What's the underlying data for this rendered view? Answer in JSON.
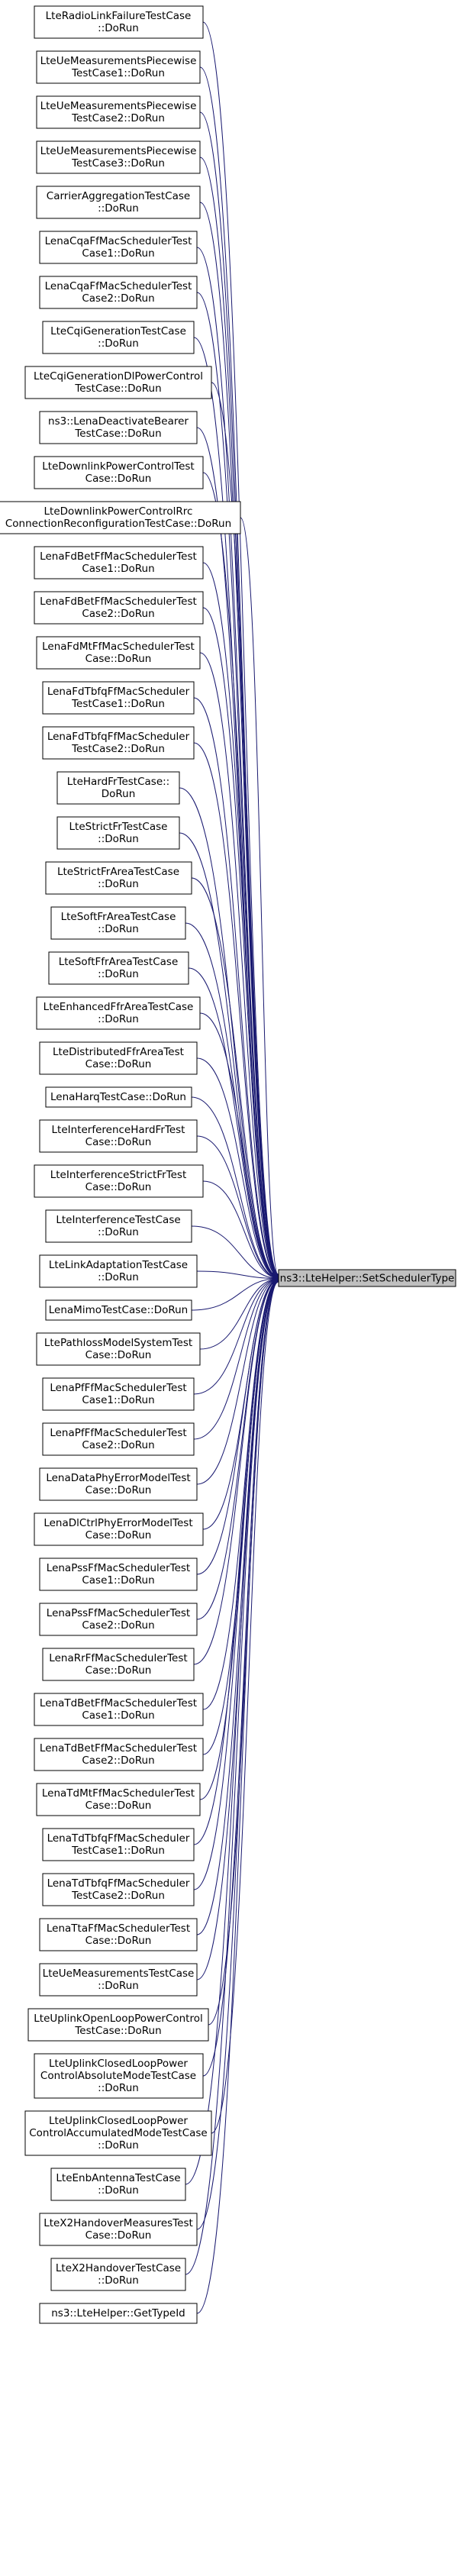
{
  "target": {
    "label": "ns3::LteHelper::SetSchedulerType"
  },
  "callers": [
    {
      "id": "lte-radio-link-failure",
      "lines": [
        "LteRadioLinkFailureTestCase",
        "::DoRun"
      ]
    },
    {
      "id": "lte-ue-meas-piecewise1",
      "lines": [
        "LteUeMeasurementsPiecewise",
        "TestCase1::DoRun"
      ]
    },
    {
      "id": "lte-ue-meas-piecewise2",
      "lines": [
        "LteUeMeasurementsPiecewise",
        "TestCase2::DoRun"
      ]
    },
    {
      "id": "lte-ue-meas-piecewise3",
      "lines": [
        "LteUeMeasurementsPiecewise",
        "TestCase3::DoRun"
      ]
    },
    {
      "id": "carrier-aggregation",
      "lines": [
        "CarrierAggregationTestCase",
        "::DoRun"
      ]
    },
    {
      "id": "lena-cqa-ff1",
      "lines": [
        "LenaCqaFfMacSchedulerTest",
        "Case1::DoRun"
      ]
    },
    {
      "id": "lena-cqa-ff2",
      "lines": [
        "LenaCqaFfMacSchedulerTest",
        "Case2::DoRun"
      ]
    },
    {
      "id": "lte-cqi-generation",
      "lines": [
        "LteCqiGenerationTestCase",
        "::DoRun"
      ]
    },
    {
      "id": "lte-cqi-generation-dl-power",
      "lines": [
        "LteCqiGenerationDlPowerControl",
        "TestCase::DoRun"
      ]
    },
    {
      "id": "lena-deactivate-bearer",
      "lines": [
        "ns3::LenaDeactivateBearer",
        "TestCase::DoRun"
      ]
    },
    {
      "id": "lte-downlink-power-control",
      "lines": [
        "LteDownlinkPowerControlTest",
        "Case::DoRun"
      ]
    },
    {
      "id": "lte-downlink-power-control-rrc",
      "lines": [
        "LteDownlinkPowerControlRrc",
        "ConnectionReconfigurationTestCase::DoRun"
      ]
    },
    {
      "id": "lena-fd-bet-ff1",
      "lines": [
        "LenaFdBetFfMacSchedulerTest",
        "Case1::DoRun"
      ]
    },
    {
      "id": "lena-fd-bet-ff2",
      "lines": [
        "LenaFdBetFfMacSchedulerTest",
        "Case2::DoRun"
      ]
    },
    {
      "id": "lena-fd-mt-ff",
      "lines": [
        "LenaFdMtFfMacSchedulerTest",
        "Case::DoRun"
      ]
    },
    {
      "id": "lena-fd-tbfq-ff1",
      "lines": [
        "LenaFdTbfqFfMacScheduler",
        "TestCase1::DoRun"
      ]
    },
    {
      "id": "lena-fd-tbfq-ff2",
      "lines": [
        "LenaFdTbfqFfMacScheduler",
        "TestCase2::DoRun"
      ]
    },
    {
      "id": "lte-hard-fr",
      "lines": [
        "LteHardFrTestCase::",
        "DoRun"
      ]
    },
    {
      "id": "lte-strict-fr",
      "lines": [
        "LteStrictFrTestCase",
        "::DoRun"
      ]
    },
    {
      "id": "lte-strict-fr-area",
      "lines": [
        "LteStrictFrAreaTestCase",
        "::DoRun"
      ]
    },
    {
      "id": "lte-soft-fr-area",
      "lines": [
        "LteSoftFrAreaTestCase",
        "::DoRun"
      ]
    },
    {
      "id": "lte-soft-ffr-area",
      "lines": [
        "LteSoftFfrAreaTestCase",
        "::DoRun"
      ]
    },
    {
      "id": "lte-enhanced-ffr-area",
      "lines": [
        "LteEnhancedFfrAreaTestCase",
        "::DoRun"
      ]
    },
    {
      "id": "lte-distributed-ffr-area",
      "lines": [
        "LteDistributedFfrAreaTest",
        "Case::DoRun"
      ]
    },
    {
      "id": "lena-harq",
      "lines": [
        "LenaHarqTestCase::DoRun"
      ]
    },
    {
      "id": "lte-interference-hard-fr",
      "lines": [
        "LteInterferenceHardFrTest",
        "Case::DoRun"
      ]
    },
    {
      "id": "lte-interference-strict-fr",
      "lines": [
        "LteInterferenceStrictFrTest",
        "Case::DoRun"
      ]
    },
    {
      "id": "lte-interference",
      "lines": [
        "LteInterferenceTestCase",
        "::DoRun"
      ]
    },
    {
      "id": "lte-link-adaptation",
      "lines": [
        "LteLinkAdaptationTestCase",
        "::DoRun"
      ]
    },
    {
      "id": "lena-mimo",
      "lines": [
        "LenaMimoTestCase::DoRun"
      ]
    },
    {
      "id": "lte-pathloss-model-system",
      "lines": [
        "LtePathlossModelSystemTest",
        "Case::DoRun"
      ]
    },
    {
      "id": "lena-pf-ff1",
      "lines": [
        "LenaPfFfMacSchedulerTest",
        "Case1::DoRun"
      ]
    },
    {
      "id": "lena-pf-ff2",
      "lines": [
        "LenaPfFfMacSchedulerTest",
        "Case2::DoRun"
      ]
    },
    {
      "id": "lena-data-phy-error",
      "lines": [
        "LenaDataPhyErrorModelTest",
        "Case::DoRun"
      ]
    },
    {
      "id": "lena-dl-ctrl-phy-error",
      "lines": [
        "LenaDlCtrlPhyErrorModelTest",
        "Case::DoRun"
      ]
    },
    {
      "id": "lena-pss-ff1",
      "lines": [
        "LenaPssFfMacSchedulerTest",
        "Case1::DoRun"
      ]
    },
    {
      "id": "lena-pss-ff2",
      "lines": [
        "LenaPssFfMacSchedulerTest",
        "Case2::DoRun"
      ]
    },
    {
      "id": "lena-rr-ff",
      "lines": [
        "LenaRrFfMacSchedulerTest",
        "Case::DoRun"
      ]
    },
    {
      "id": "lena-td-bet-ff1",
      "lines": [
        "LenaTdBetFfMacSchedulerTest",
        "Case1::DoRun"
      ]
    },
    {
      "id": "lena-td-bet-ff2",
      "lines": [
        "LenaTdBetFfMacSchedulerTest",
        "Case2::DoRun"
      ]
    },
    {
      "id": "lena-td-mt-ff",
      "lines": [
        "LenaTdMtFfMacSchedulerTest",
        "Case::DoRun"
      ]
    },
    {
      "id": "lena-td-tbfq-ff1",
      "lines": [
        "LenaTdTbfqFfMacScheduler",
        "TestCase1::DoRun"
      ]
    },
    {
      "id": "lena-td-tbfq-ff2",
      "lines": [
        "LenaTdTbfqFfMacScheduler",
        "TestCase2::DoRun"
      ]
    },
    {
      "id": "lena-tta-ff",
      "lines": [
        "LenaTtaFfMacSchedulerTest",
        "Case::DoRun"
      ]
    },
    {
      "id": "lte-ue-measurements",
      "lines": [
        "LteUeMeasurementsTestCase",
        "::DoRun"
      ]
    },
    {
      "id": "lte-uplink-open-loop-power",
      "lines": [
        "LteUplinkOpenLoopPowerControl",
        "TestCase::DoRun"
      ]
    },
    {
      "id": "lte-uplink-closed-loop-absolute",
      "lines": [
        "LteUplinkClosedLoopPower",
        "ControlAbsoluteModeTestCase",
        "::DoRun"
      ]
    },
    {
      "id": "lte-uplink-closed-loop-accumulated",
      "lines": [
        "LteUplinkClosedLoopPower",
        "ControlAccumulatedModeTestCase",
        "::DoRun"
      ]
    },
    {
      "id": "lte-enb-antenna",
      "lines": [
        "LteEnbAntennaTestCase",
        "::DoRun"
      ]
    },
    {
      "id": "lte-x2-handover-measures",
      "lines": [
        "LteX2HandoverMeasuresTest",
        "Case::DoRun"
      ]
    },
    {
      "id": "lte-x2-handover",
      "lines": [
        "LteX2HandoverTestCase",
        "::DoRun"
      ]
    },
    {
      "id": "lte-helper-get-type-id",
      "lines": [
        "ns3::LteHelper::GetTypeId"
      ]
    }
  ],
  "colors": {
    "edge": "#191970",
    "node_border": "#000000",
    "node_fill": "#ffffff",
    "target_fill": "#bfbfbf"
  }
}
